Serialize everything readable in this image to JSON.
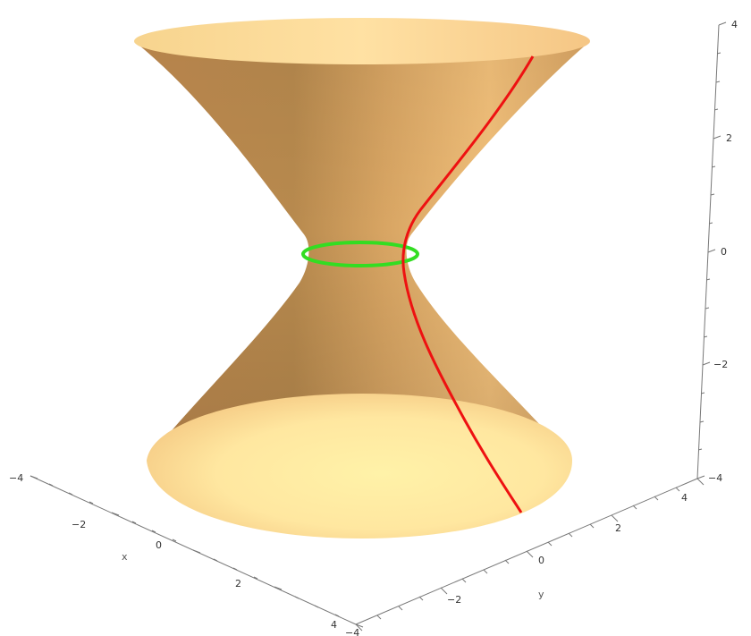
{
  "colors": {
    "surface_light": "#FFE9A6",
    "surface_mid": "#E2A85E",
    "surface_dark": "#A47A45",
    "surface_rim": "#F6C07A",
    "green_curve": "#33DD22",
    "red_curve": "#EE1111",
    "axis": "#666666",
    "background": "#FFFFFF"
  },
  "axes": {
    "x": {
      "label": "x",
      "ticks": [
        "−4",
        "−2",
        "0",
        "2",
        "4"
      ]
    },
    "y": {
      "label": "y",
      "ticks": [
        "−4",
        "−2",
        "0",
        "2",
        "4"
      ]
    },
    "z": {
      "label": "",
      "ticks": [
        "−4",
        "−2",
        "0",
        "2",
        "4"
      ]
    }
  },
  "curves": {
    "waist_circle": "green",
    "generating_curve": "red"
  }
}
